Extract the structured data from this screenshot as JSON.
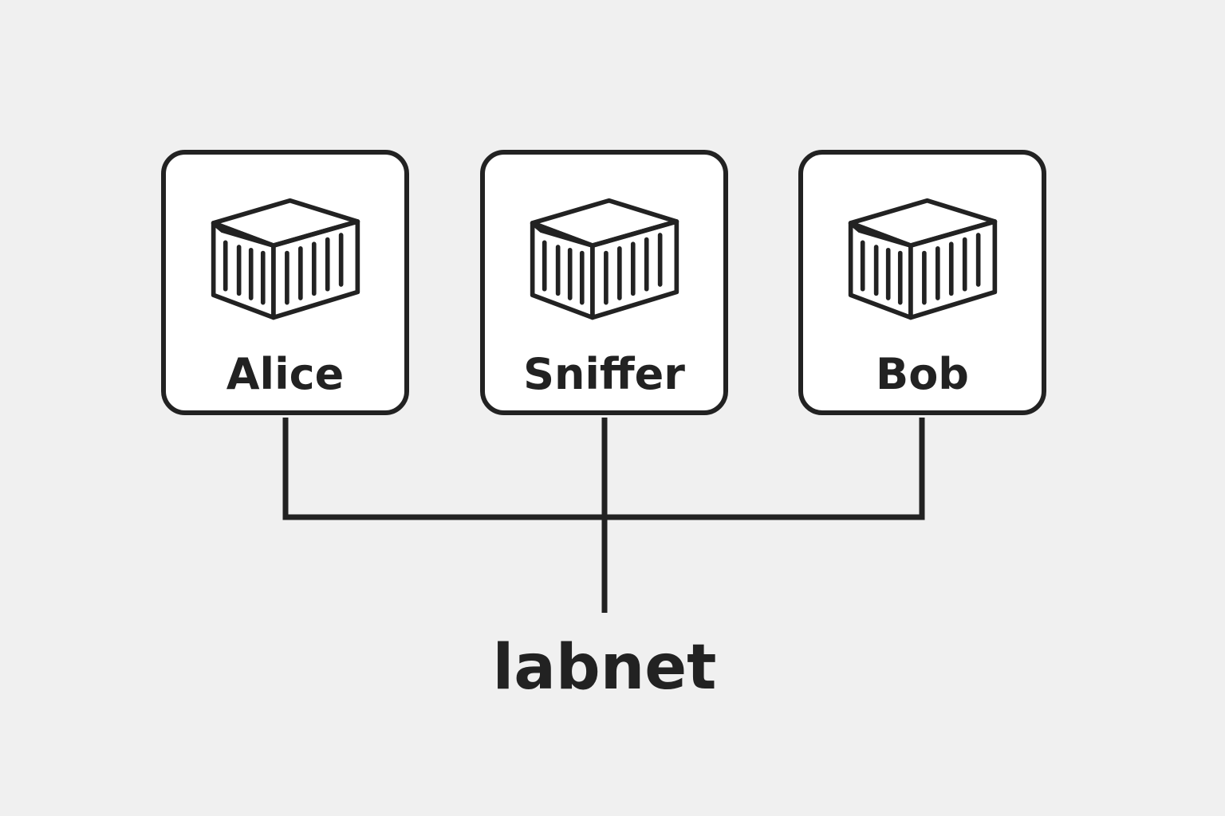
{
  "nodes": [
    {
      "id": "alice",
      "label": "Alice",
      "icon": "container-icon"
    },
    {
      "id": "sniffer",
      "label": "Sniffer",
      "icon": "container-icon"
    },
    {
      "id": "bob",
      "label": "Bob",
      "icon": "container-icon"
    }
  ],
  "network": {
    "label": "labnet"
  },
  "colors": {
    "background": "#f0f0f0",
    "stroke": "#222222",
    "node_fill": "#ffffff"
  }
}
